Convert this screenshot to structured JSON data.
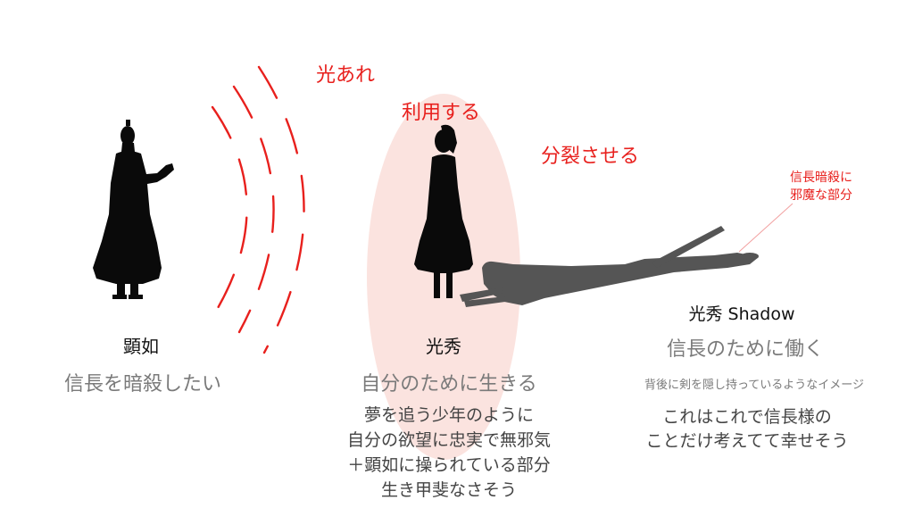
{
  "colors": {
    "accent_red": "#e8201d",
    "halo_fill": "#fbe3df",
    "silhouette": "#0a0a0a",
    "shadow_gray": "#555555",
    "text_gray": "#7a7a7a"
  },
  "annotations": {
    "light": "光あれ",
    "use": "利用する",
    "split": "分裂させる",
    "callout_line1": "信長暗殺に",
    "callout_line2": "邪魔な部分"
  },
  "kennyo": {
    "name": "顕如",
    "desc": "信長を暗殺したい"
  },
  "mitsuhide": {
    "name": "光秀",
    "desc": "自分のために生きる",
    "details": [
      "夢を追う少年のように",
      "自分の欲望に忠実で無邪気",
      "＋顕如に操られている部分",
      "生き甲斐なさそう"
    ]
  },
  "shadow": {
    "name": "光秀 Shadow",
    "desc": "信長のために働く",
    "image_note": "背後に剣を隠し持っているようなイメージ",
    "details": [
      "これはこれで信長様の",
      "ことだけ考えてて幸せそう"
    ]
  }
}
